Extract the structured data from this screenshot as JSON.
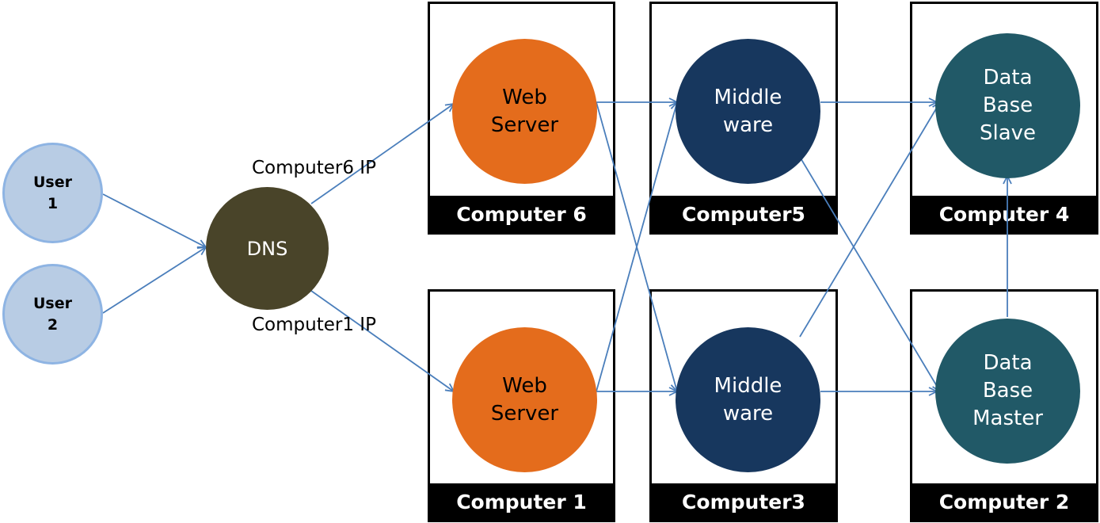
{
  "users": [
    {
      "label": "User\n1"
    },
    {
      "label": "User\n2"
    }
  ],
  "dns": {
    "label": "DNS"
  },
  "edge_labels": {
    "computer6_ip": "Computer6 IP",
    "computer1_ip": "Computer1 IP"
  },
  "computers": {
    "computer6": {
      "label": "Computer 6",
      "node": "Web\nServer"
    },
    "computer5": {
      "label": "Computer5",
      "node": "Middle\nware"
    },
    "computer4": {
      "label": "Computer 4",
      "node": "Data\nBase\nSlave"
    },
    "computer1": {
      "label": "Computer 1",
      "node": "Web\nServer"
    },
    "computer3": {
      "label": "Computer3",
      "node": "Middle\nware"
    },
    "computer2": {
      "label": "Computer 2",
      "node": "Data\nBase\nMaster"
    }
  },
  "colors": {
    "arrow": "#4a7ebb",
    "user_fill": "#b8cce4",
    "dns_fill": "#494429",
    "web_server_fill": "#e46c1c",
    "middleware_fill": "#17375e",
    "database_fill": "#215967"
  }
}
